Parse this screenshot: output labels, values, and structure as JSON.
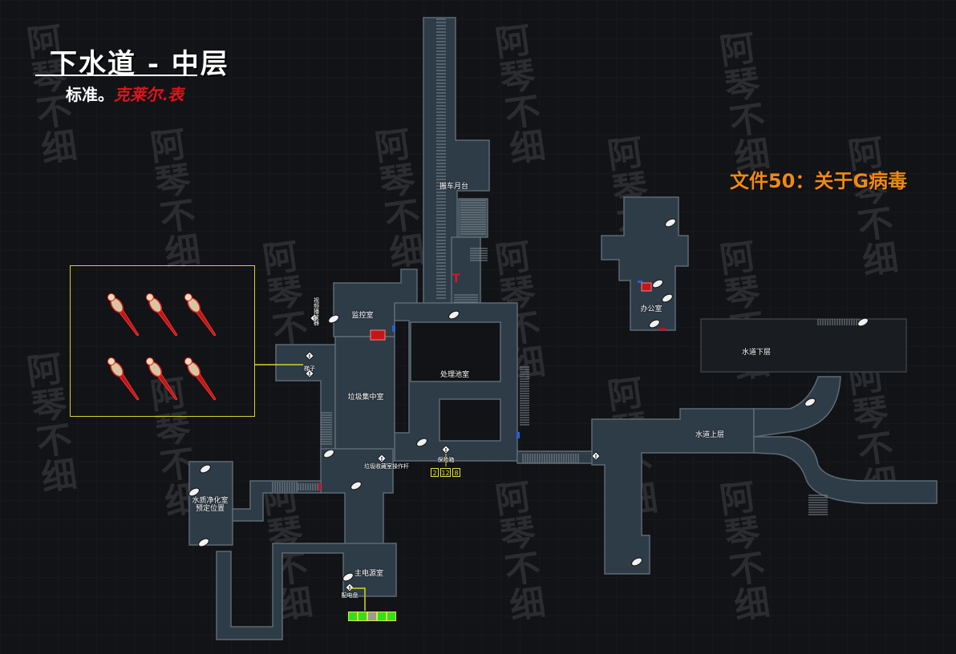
{
  "title": "下水道 - 中层",
  "subtitle": {
    "prefix": "标准。",
    "highlight": "克莱尔.表"
  },
  "document_title": "文件50：关于G病毒",
  "colors": {
    "background": "#121316",
    "room_fill": "#2e3c48",
    "room_stroke": "#5c6a75",
    "watermark": "#2a2c30",
    "accent_yellow": "#d8d22e",
    "document_orange": "#f08a12",
    "highlight_red": "#e0141c",
    "fuse_green": "#2ee020"
  },
  "watermark_text": "阿琴不细",
  "rooms": [
    {
      "key": "platform",
      "label": "搬车月台"
    },
    {
      "key": "monitor",
      "label": "监控室"
    },
    {
      "key": "treatment",
      "label": "处理池室"
    },
    {
      "key": "garbage",
      "label": "垃圾集中室"
    },
    {
      "key": "office",
      "label": "办公室"
    },
    {
      "key": "lower_waterway",
      "label": "水道下层"
    },
    {
      "key": "upper_waterway",
      "label": "水道上层"
    },
    {
      "key": "water_purification",
      "label": "水质净化室\n预定位置"
    },
    {
      "key": "main_power",
      "label": "主电源室"
    }
  ],
  "markers": [
    {
      "key": "ladder",
      "label": "梯子"
    },
    {
      "key": "safe",
      "label": "保险箱"
    },
    {
      "key": "lever",
      "label": "垃圾收藏室操作杆"
    },
    {
      "key": "fuse_box",
      "label": "配电盘"
    },
    {
      "key": "shortcut",
      "label": "视频播放器"
    }
  ],
  "safe_code": [
    "2",
    "12",
    "8"
  ],
  "fuse_states": [
    "on",
    "on",
    "off",
    "on",
    "on"
  ],
  "chess_pieces": [
    {
      "name": "king-piece"
    },
    {
      "name": "queen-piece"
    },
    {
      "name": "pawn-piece"
    },
    {
      "name": "knight-piece"
    },
    {
      "name": "bishop-piece"
    },
    {
      "name": "rook-piece"
    }
  ]
}
